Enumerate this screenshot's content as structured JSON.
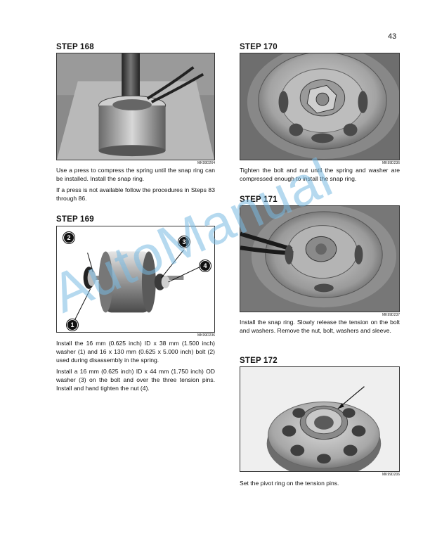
{
  "page": {
    "number": "43"
  },
  "watermark": "AutoManual",
  "steps": {
    "s168": {
      "title": "STEP 168",
      "code": "MK99D264",
      "paragraphs": [
        "Use a press to compress the spring until the snap ring can be installed. Install the snap ring.",
        "If a press is not available follow the procedures in Steps 83 through 86."
      ]
    },
    "s169": {
      "title": "STEP 169",
      "code": "MK99D236",
      "callouts": [
        "1",
        "2",
        "3",
        "4"
      ],
      "paragraphs": [
        "Install the 16 mm (0.625 inch) ID x 38 mm (1.500 inch) washer (1) and 16 x 130 mm (0.625 x 5.000 inch) bolt (2) used during disassembly in the spring.",
        "Install a 16 mm (0.625 inch) ID x 44 mm (1.750 inch) OD washer (3) on the bolt and over the three tension pins. Install and hand tighten the nut (4)."
      ]
    },
    "s170": {
      "title": "STEP 170",
      "code": "MK99D236",
      "paragraphs": [
        "Tighten the bolt and nut until the spring and washer are compressed enough to install the snap ring."
      ]
    },
    "s171": {
      "title": "STEP 171",
      "code": "MK99D237",
      "paragraphs": [
        "Install the snap ring. Slowly release the tension on the bolt and washers. Remove the nut, bolt, washers and sleeve."
      ]
    },
    "s172": {
      "title": "STEP 172",
      "code": "MK99D206",
      "paragraphs": [
        "Set the pivot ring on the tension pins."
      ]
    }
  }
}
